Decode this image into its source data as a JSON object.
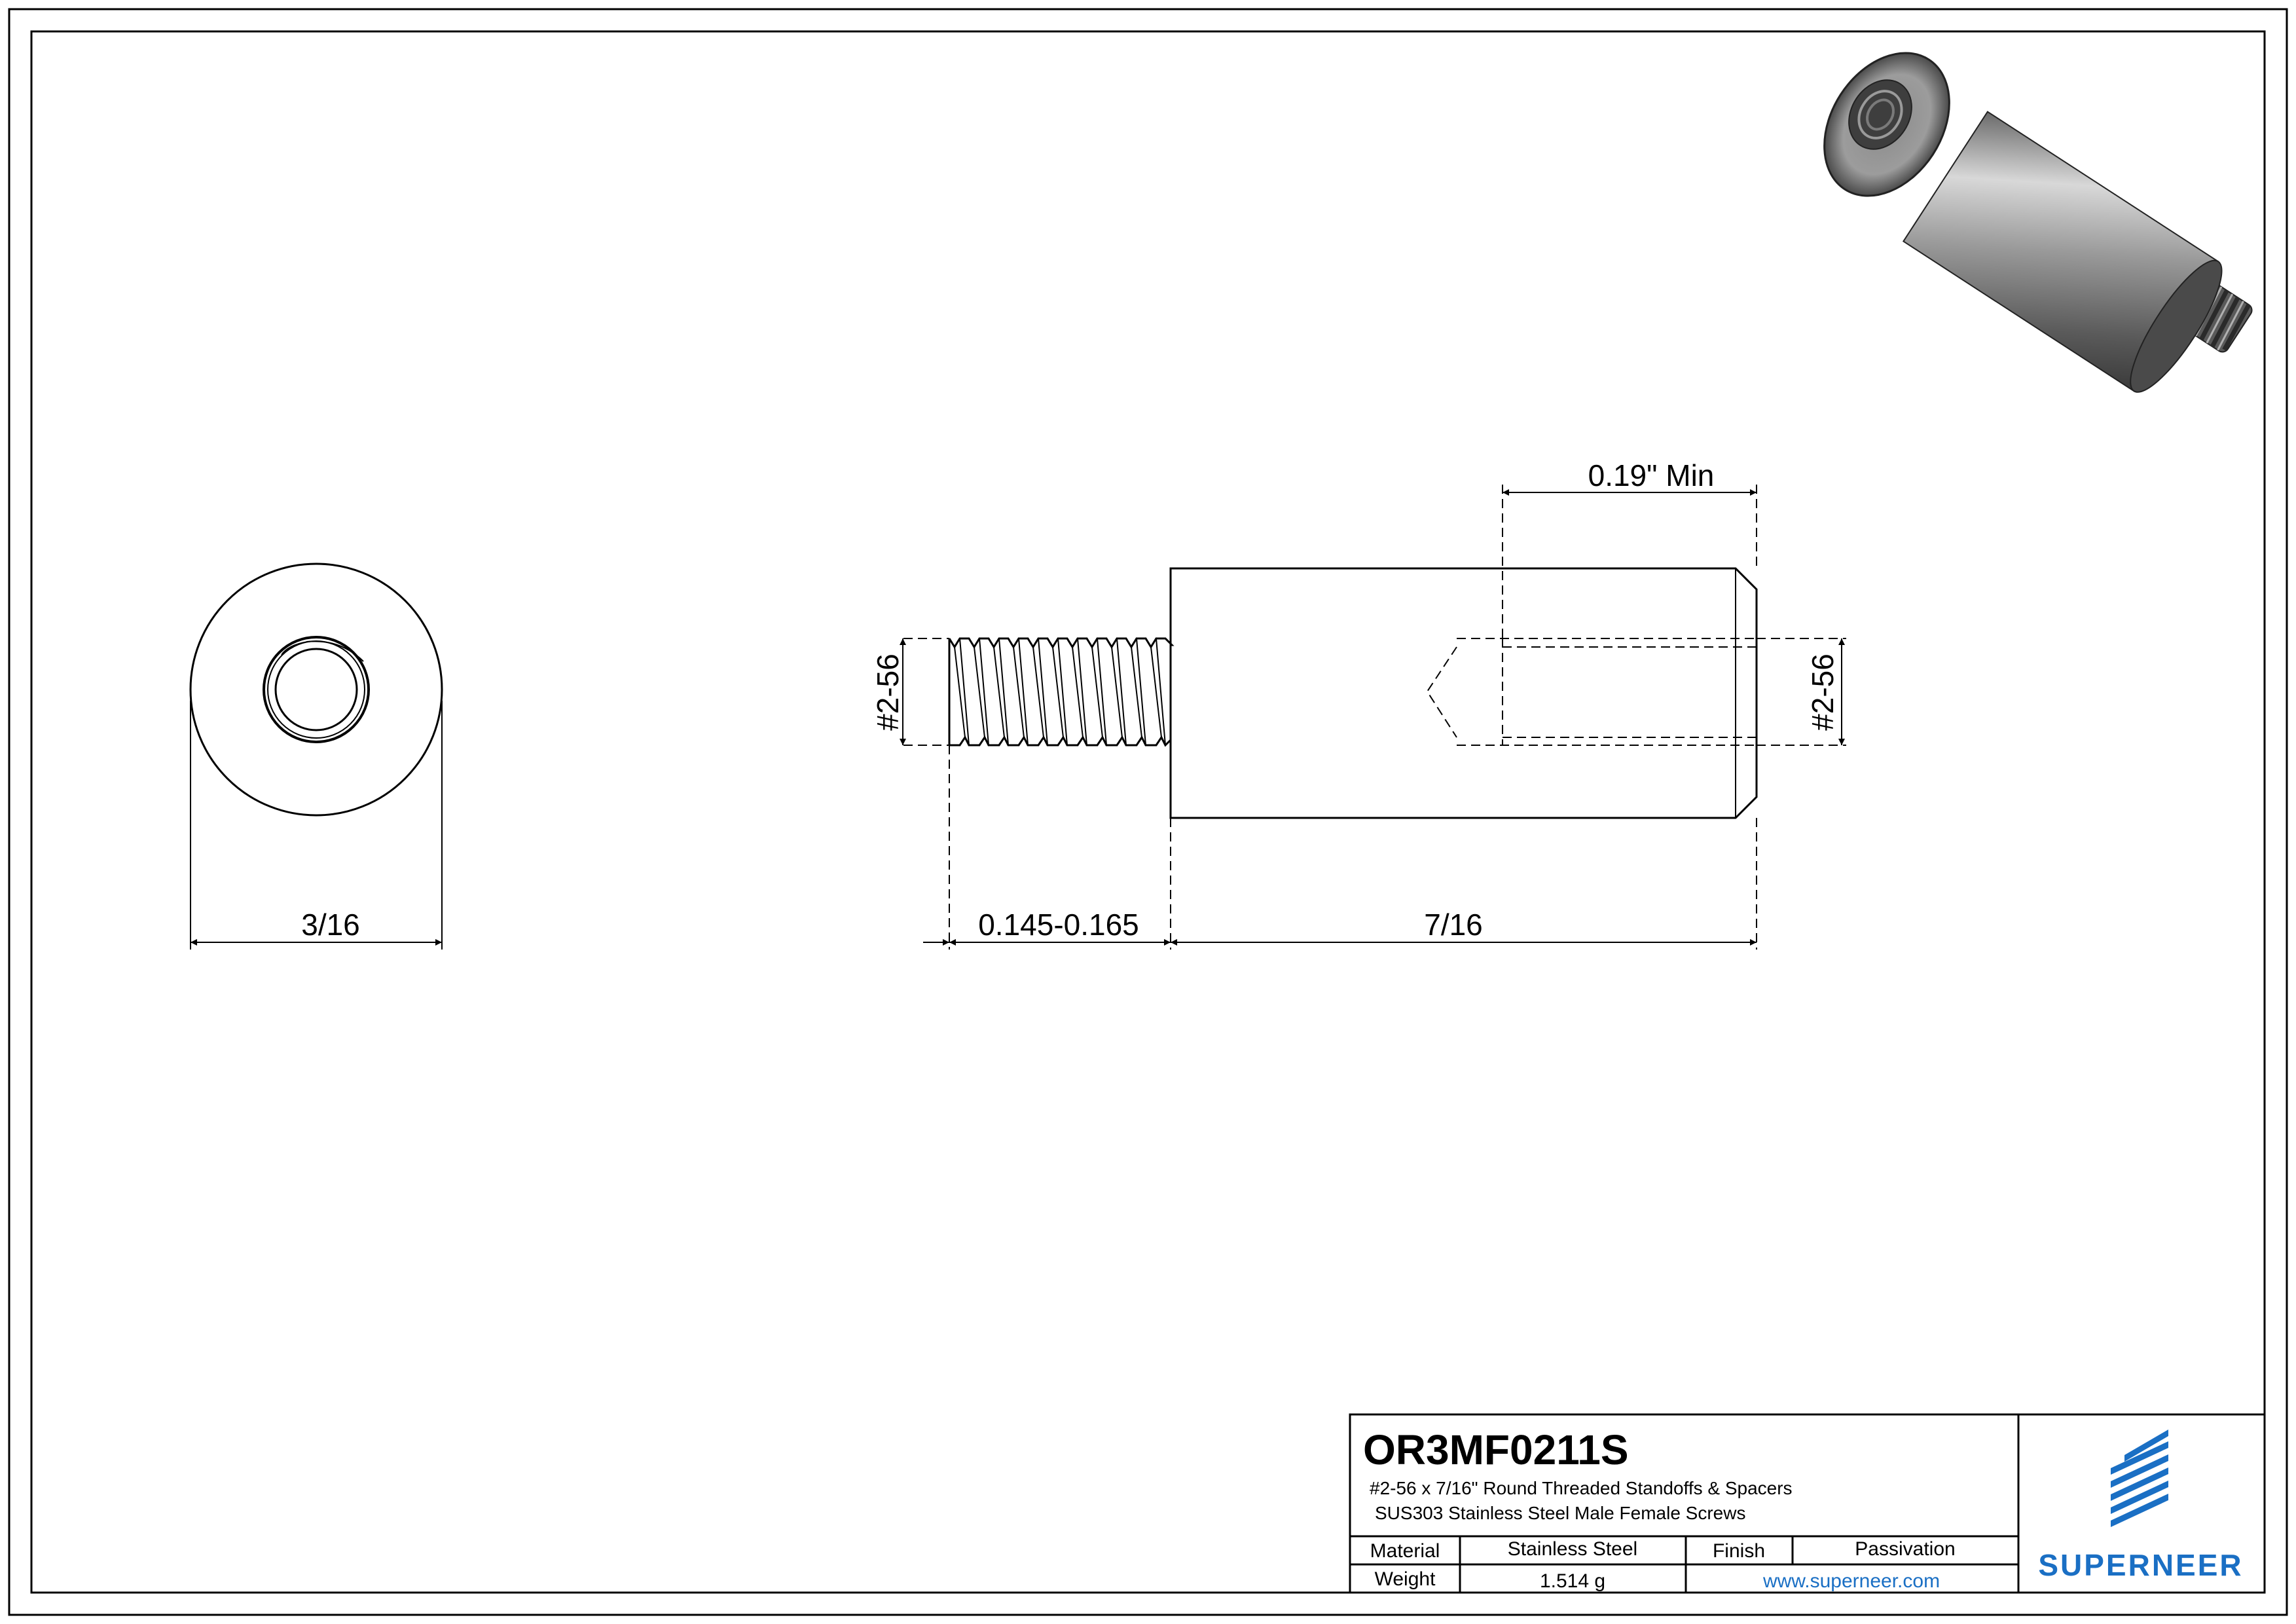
{
  "dimensions": {
    "end_view_diameter": "3/16",
    "female_depth": "0.19\" Min",
    "male_thread_label": "#2-56",
    "female_thread_label": "#2-56",
    "male_thread_length": "0.145-0.165",
    "body_length": "7/16"
  },
  "title_block": {
    "part_number": "OR3MF0211S",
    "description_line1": "#2-56 x 7/16\"  Round Threaded Standoffs & Spacers",
    "description_line2": "SUS303 Stainless Steel Male Female Screws",
    "material_label": "Material",
    "material_value": "Stainless Steel",
    "finish_label": "Finish",
    "finish_value": "Passivation",
    "weight_label": "Weight",
    "weight_value": "1.514 g",
    "website": "www.superneer.com",
    "brand": "SUPERNEER"
  },
  "colors": {
    "line": "#000000",
    "brand_blue": "#1a6fc4"
  },
  "icons": {
    "logo": "superneer-stripes-logo",
    "render": "standoff-3d-render"
  }
}
